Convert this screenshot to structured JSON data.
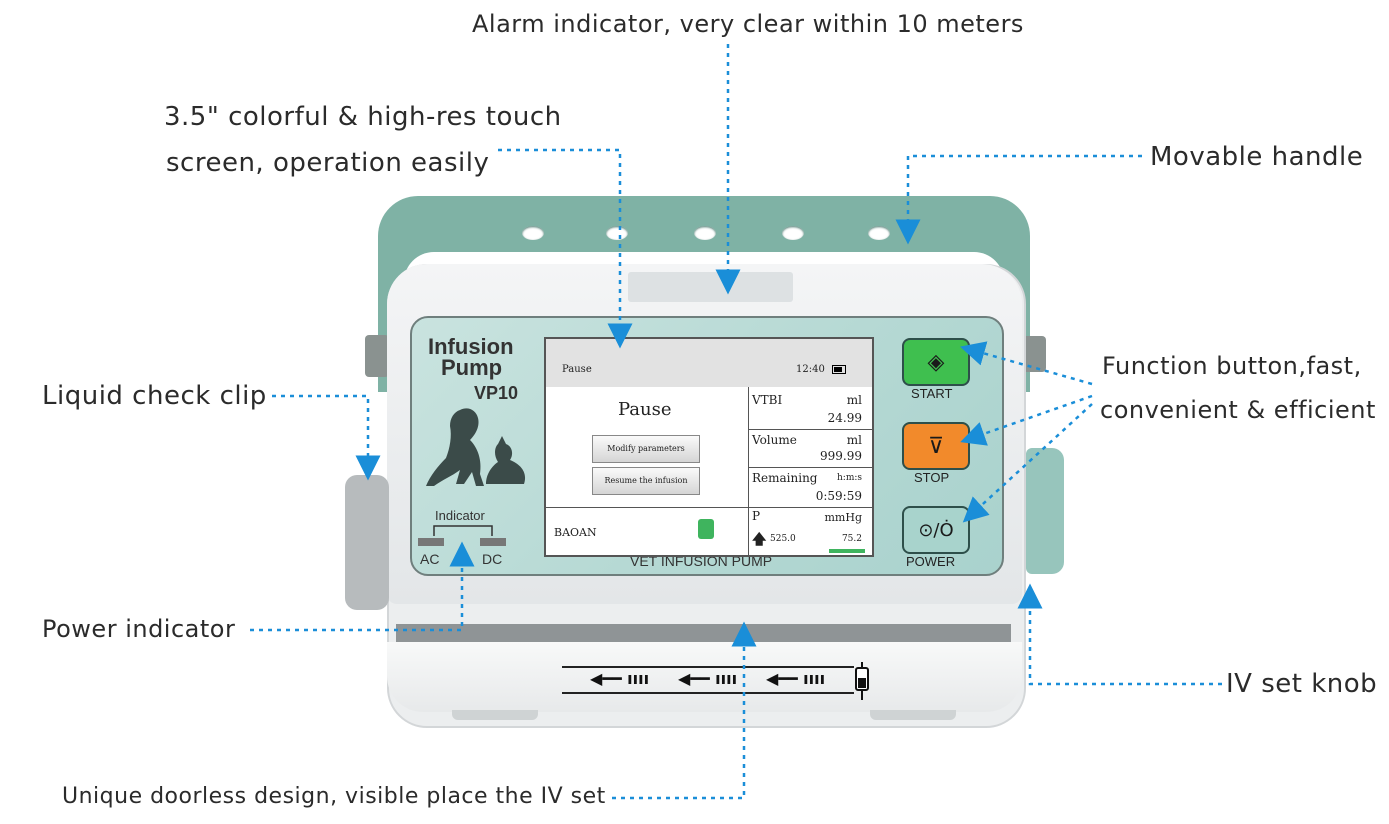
{
  "callouts": {
    "alarm": "Alarm indicator, very clear within 10 meters",
    "screen_line1": "3.5\" colorful & high-res touch",
    "screen_line2": "screen, operation easily",
    "handle": "Movable handle",
    "clip": "Liquid check clip",
    "function_line1": "Function button,fast,",
    "function_line2": "convenient & efficient",
    "power": "Power indicator",
    "knob": "IV set knob",
    "doorless": "Unique doorless design, visible place the IV set"
  },
  "device": {
    "brand_line1": "Infusion",
    "brand_line2": "Pump",
    "model": "VP10",
    "indicator_label": "Indicator",
    "ac_label": "AC",
    "dc_label": "DC",
    "footer_label": "VET  INFUSION PUMP"
  },
  "screen": {
    "status": "Pause",
    "time": "12:40",
    "title": "Pause",
    "modify_button": "Modify parameters",
    "resume_button": "Resume the infusion",
    "vtbi_label": "VTBI",
    "vtbi_unit": "ml",
    "vtbi_value": "24.99",
    "volume_label": "Volume",
    "volume_unit": "ml",
    "volume_value": "999.99",
    "remaining_label": "Remaining",
    "remaining_unit": "h:m:s",
    "remaining_value": "0:59:59",
    "pressure_label": "P",
    "pressure_unit": "mmHg",
    "pressure_limit": "525.0",
    "pressure_value": "75.2",
    "brand": "BAOAN"
  },
  "buttons": {
    "start_label": "START",
    "stop_label": "STOP",
    "power_label": "POWER",
    "power_glyph": "⊙/Ȯ"
  },
  "colors": {
    "handle": "#7fb2a5",
    "panel": "#b4d8d3",
    "start": "#3fbf4f",
    "stop": "#f28a2b",
    "power": "#a8d3cc",
    "leader": "#1a8ed8"
  },
  "icons": [
    "play-diamond-icon",
    "stop-triangle-icon",
    "power-icon",
    "battery-icon",
    "iv-bag-icon",
    "dog-cat-silhouette-icon",
    "flow-arrow-icon"
  ]
}
